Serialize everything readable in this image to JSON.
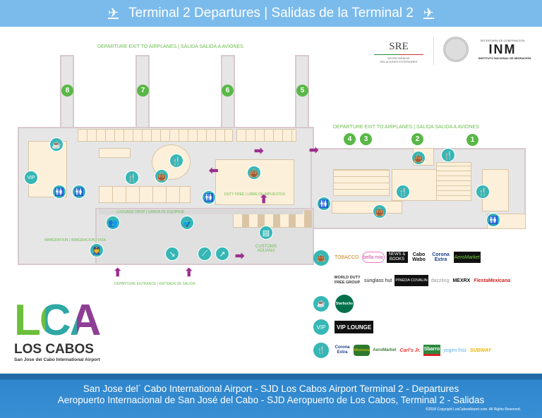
{
  "header": {
    "title": "Terminal 2 Departures | Salidas de la Terminal 2",
    "icon": "departures-plane-icon"
  },
  "logos": {
    "sre": "SRE",
    "sre_sub1": "SECRETARÍA DE",
    "sre_sub2": "RELACIONES EXTERIORES",
    "inm_top": "SECRETARÍA DE GOBERNACIÓN",
    "inm": "INM",
    "inm_sub": "INSTITUTO NACIONAL DE MIGRACIÓN"
  },
  "map": {
    "exit_label_top": "DEPARTURE EXIT TO AIRPLANES | SALIDA SALIDA A AVIONES",
    "exit_label_right": "DEPARTURE EXIT TO AIRPLANES | SALIDA SALIDA A AVIONES",
    "gates": [
      "8",
      "7",
      "6",
      "5",
      "4",
      "3",
      "2",
      "1"
    ],
    "duty_free": "DUTY FREE | LIBRE DE IMPUESTOS",
    "luggage": "LUGGAGE DROP | GANDA DE EQUIPAJE",
    "immigration": "IMMIGRATION | INMIGRACION / VISA",
    "customs1": "CUSTOMS",
    "customs2": "ADUANA",
    "entrance": "DEPARTURE ENTRANCE | ENTRADA DE SALIDA",
    "vip": "VIP"
  },
  "legend": {
    "shops": [
      "TOBACCO",
      "bella mia",
      "NEWS & BOOKS",
      "Cabo Wabo",
      "Corona Extra",
      "AeroMarket"
    ],
    "shops2": [
      "WORLD DUTY FREE GROUP",
      "sunglass hut",
      "PINEDA COVALIN",
      "dazzling",
      "MEXRX",
      "FiestaMexicana"
    ],
    "cafe": [
      "Starbucks"
    ],
    "vip_label": "VIP",
    "vip": [
      "VIP LOUNGE"
    ],
    "food": [
      "Corona Extra",
      "Mexicana",
      "AeroMarket",
      "Carl's Jr.",
      "Sbarro",
      "yogen früz",
      "SUBWAY"
    ]
  },
  "brand": {
    "logo": "LCA",
    "name": "LOS CABOS",
    "sub": "San Jose del Cabo International Airport"
  },
  "footer": {
    "line1": "San Jose del´ Cabo International Airport - SJD Los Cabos Airport Terminal 2 - Departures",
    "line2": "Aeropuerto Internacional de San José del Cabo - SJD Aeropuerto de Los Cabos, Terminal 2 - Salidas",
    "copyright": "©2018 Copyright LosCabosAirport.com. All Rights Reserved."
  },
  "colors": {
    "header": "#7bbbec",
    "teal": "#35b7b6",
    "purple": "#9b2e8f",
    "green": "#6bbf4e",
    "footer": "#2e86cc"
  }
}
